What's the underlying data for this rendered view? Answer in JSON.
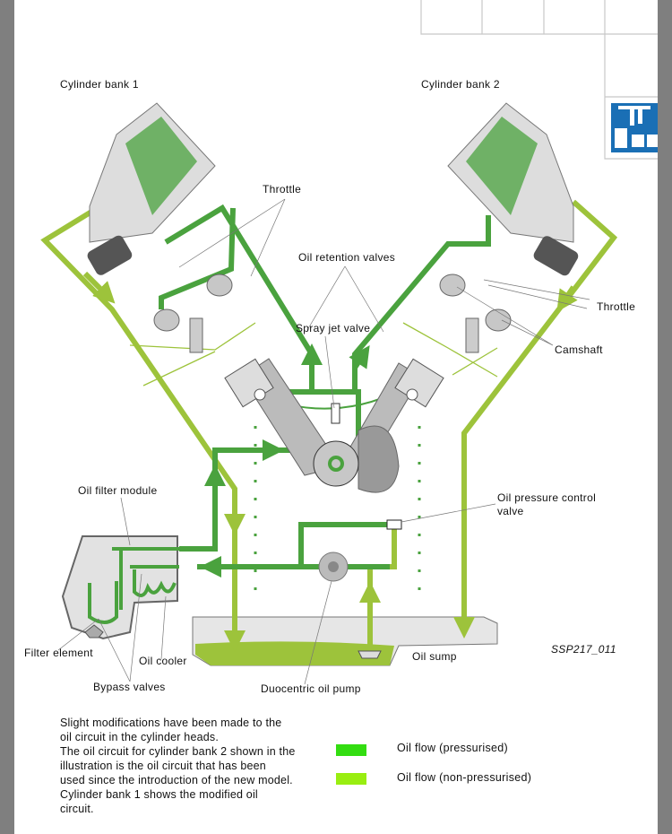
{
  "labels": {
    "bank1": "Cylinder bank 1",
    "bank2": "Cylinder bank 2",
    "throttle_left": "Throttle",
    "retention": "Oil retention valves",
    "spray": "Spray jet valve",
    "throttle_right": "Throttle",
    "camshaft": "Camshaft",
    "filter_module": "Oil filter module",
    "pressure_valve_1": "Oil pressure control",
    "pressure_valve_2": "valve",
    "filter_element": "Filter element",
    "oil_cooler": "Oil cooler",
    "bypass": "Bypass valves",
    "pump": "Duocentric oil pump",
    "sump": "Oil sump",
    "figure_id": "SSP217_011"
  },
  "description": [
    "Slight modifications have been made to the",
    "oil circuit in the cylinder heads.",
    "The oil circuit for cylinder bank 2 shown in the",
    "illustration is the oil circuit that has been",
    "used since the introduction of the new model.",
    "Cylinder bank 1 shows the modified oil",
    "circuit."
  ],
  "legend": [
    {
      "label": "Oil flow (pressurised)",
      "color": "#33dd11"
    },
    {
      "label": "Oil flow (non-pressurised)",
      "color": "#99ee11"
    }
  ],
  "colors": {
    "pressurised_line": "#4aa23e",
    "non_pressurised_line": "#9dc33b",
    "icon_blue": "#1a6fb5"
  }
}
